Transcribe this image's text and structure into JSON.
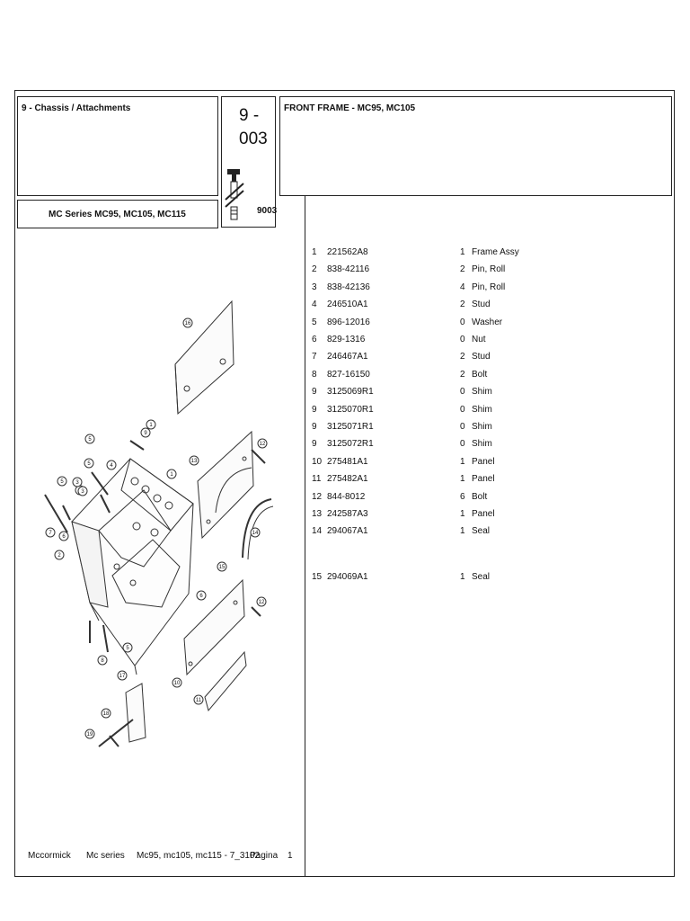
{
  "header": {
    "section": "9 - Chassis / Attachments",
    "page_code_line1": "9 -",
    "page_code_line2": "003",
    "page_ref": "9003",
    "title": "FRONT FRAME - MC95, MC105",
    "model": "MC Series MC95, MC105, MC115"
  },
  "parts": [
    {
      "item": "1",
      "part": "221562A8",
      "qty": "1",
      "desc": "Frame Assy"
    },
    {
      "item": "2",
      "part": "838-42116",
      "qty": "2",
      "desc": "Pin, Roll"
    },
    {
      "item": "3",
      "part": "838-42136",
      "qty": "4",
      "desc": "Pin, Roll"
    },
    {
      "item": "4",
      "part": "246510A1",
      "qty": "2",
      "desc": "Stud"
    },
    {
      "item": "5",
      "part": "896-12016",
      "qty": "0",
      "desc": "Washer"
    },
    {
      "item": "6",
      "part": "829-1316",
      "qty": "0",
      "desc": "Nut"
    },
    {
      "item": "7",
      "part": "246467A1",
      "qty": "2",
      "desc": "Stud"
    },
    {
      "item": "8",
      "part": "827-16150",
      "qty": "2",
      "desc": "Bolt"
    },
    {
      "item": "9",
      "part": "3125069R1",
      "qty": "0",
      "desc": "Shim"
    },
    {
      "item": "9",
      "part": "3125070R1",
      "qty": "0",
      "desc": "Shim"
    },
    {
      "item": "9",
      "part": "3125071R1",
      "qty": "0",
      "desc": "Shim"
    },
    {
      "item": "9",
      "part": "3125072R1",
      "qty": "0",
      "desc": "Shim"
    },
    {
      "item": "10",
      "part": "275481A1",
      "qty": "1",
      "desc": "Panel"
    },
    {
      "item": "11",
      "part": "275482A1",
      "qty": "1",
      "desc": "Panel"
    },
    {
      "item": "12",
      "part": "844-8012",
      "qty": "6",
      "desc": "Bolt"
    },
    {
      "item": "13",
      "part": "242587A3",
      "qty": "1",
      "desc": "Panel"
    },
    {
      "item": "14",
      "part": "294067A1",
      "qty": "1",
      "desc": "Seal"
    },
    {
      "item": "15",
      "part": "294069A1",
      "qty": "1",
      "desc": "Seal"
    }
  ],
  "diagram_callouts": [
    "16",
    "1",
    "5",
    "5",
    "5",
    "4",
    "3",
    "3",
    "2",
    "7",
    "6",
    "13",
    "12",
    "12",
    "14",
    "15",
    "1",
    "9",
    "6",
    "3",
    "5",
    "8",
    "10",
    "11",
    "17",
    "18",
    "19"
  ],
  "footer": {
    "brand": "Mccormick",
    "series": "Mc series",
    "models": "Mc95, mc105, mc115 - 7_3102",
    "page_label": "Pagina",
    "page_number": "1"
  }
}
